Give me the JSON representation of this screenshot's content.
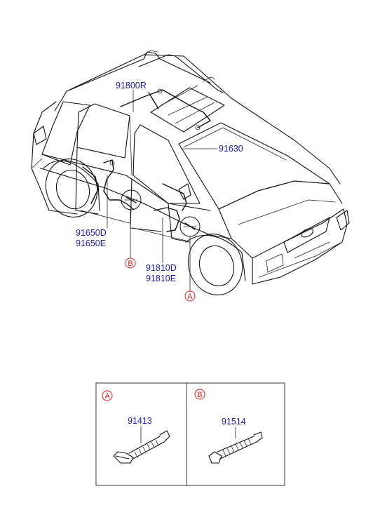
{
  "callouts": {
    "roof_harness": "91800R",
    "roof_wire": "91630",
    "front_door_harness_d": "91650D",
    "front_door_harness_e": "91650E",
    "rear_door_harness_d": "91810D",
    "rear_door_harness_e": "91810E",
    "ref_a": "A",
    "ref_b": "B"
  },
  "detail_panel": {
    "left": {
      "ref": "A",
      "part_number": "91413"
    },
    "right": {
      "ref": "B",
      "part_number": "91514"
    }
  },
  "colors": {
    "part_number": "#1a1aa0",
    "reference_circle": "#d42020",
    "line": "#111111"
  }
}
